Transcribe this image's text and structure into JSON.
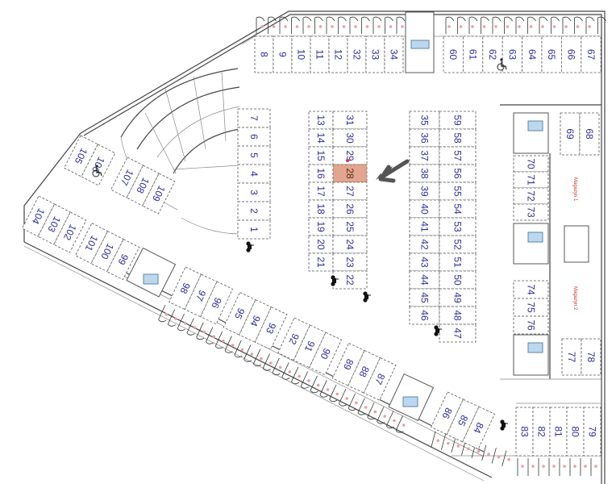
{
  "plan": {
    "highlighted_spot": "28",
    "marked_spot": "29",
    "spot_blocks": {
      "top_left": [
        "8",
        "9",
        "10",
        "11",
        "12",
        "32",
        "33",
        "34"
      ],
      "top_right": [
        "60",
        "61",
        "62",
        "63",
        "64",
        "65",
        "66",
        "67"
      ],
      "col_1_7": [
        "7",
        "6",
        "5",
        "4",
        "3",
        "2",
        "1"
      ],
      "col_13_21": [
        "13",
        "14",
        "15",
        "16",
        "17",
        "18",
        "19",
        "20",
        "21"
      ],
      "col_31_22": [
        "31",
        "30",
        "29",
        "28",
        "27",
        "26",
        "25",
        "24",
        "23",
        "22"
      ],
      "col_35_46": [
        "35",
        "36",
        "37",
        "38",
        "39",
        "40",
        "41",
        "42",
        "43",
        "44",
        "45",
        "46"
      ],
      "col_59_47": [
        "59",
        "58",
        "57",
        "56",
        "55",
        "54",
        "53",
        "52",
        "51",
        "50",
        "49",
        "48",
        "47"
      ],
      "right_69_68": [
        "69",
        "68"
      ],
      "right_70_73": [
        "70",
        "71",
        "72",
        "73"
      ],
      "right_74_76": [
        "74",
        "75",
        "76"
      ],
      "right_77_78": [
        "77",
        "78"
      ],
      "bottom_right": [
        "83",
        "82",
        "81",
        "80",
        "79"
      ],
      "diag_86_84": [
        "86",
        "85",
        "84"
      ],
      "diag_98_87": [
        "98",
        "97",
        "96",
        "95",
        "94",
        "93",
        "92",
        "91",
        "90",
        "89",
        "88",
        "87"
      ],
      "wing_104_99": [
        "104",
        "103",
        "102",
        "101",
        "100",
        "99"
      ],
      "wing_105_106": [
        "105",
        "106"
      ],
      "wing_107_109": [
        "107",
        "108",
        "109"
      ]
    },
    "rooms": {
      "magazyn_1": "Magazyn 1",
      "magazyn_2": "Magazyn 2"
    },
    "icons": {
      "pointer": "arrow-icon",
      "accessible": "wheelchair-icon",
      "moto": "motorcycle-icon"
    },
    "colors": {
      "spot_label": "#2b2ba0",
      "highlight": "#e2a58f",
      "arrow": "#555555",
      "storage_label": "#c0392b"
    }
  }
}
